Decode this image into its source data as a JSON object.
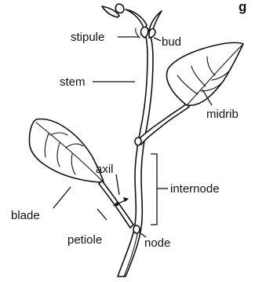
{
  "labels": {
    "stipule": "stipule",
    "bud": "bud",
    "stem": "stem",
    "midrib": "midrib",
    "axil": "axil",
    "internode": "internode",
    "blade": "blade",
    "petiole": "petiole",
    "node": "node"
  },
  "figure_number_fragment": "g"
}
